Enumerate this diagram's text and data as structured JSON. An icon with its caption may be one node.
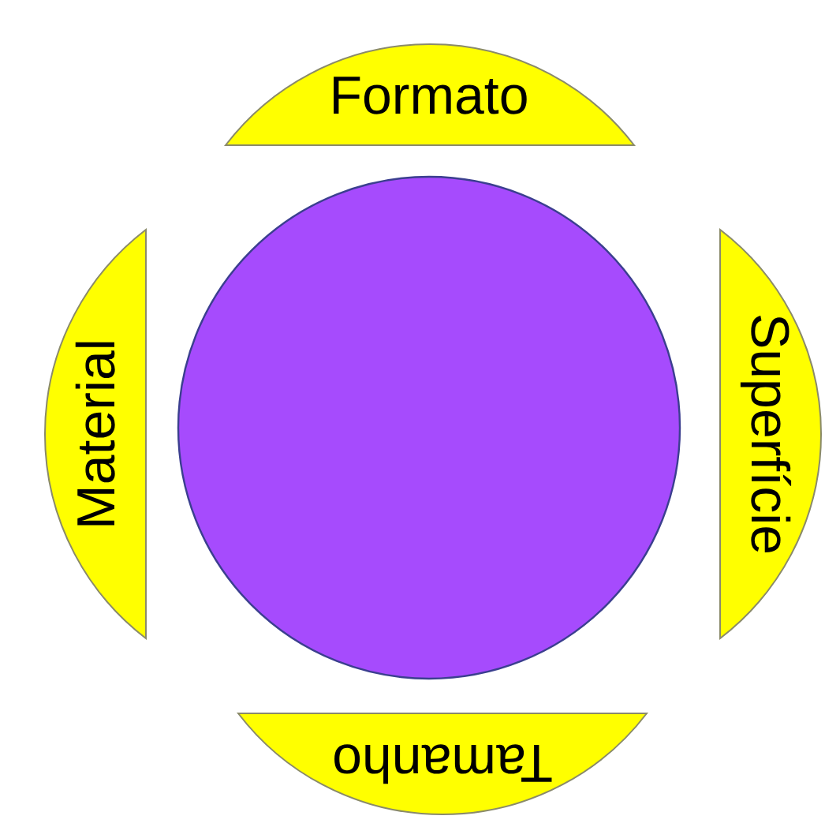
{
  "diagram": {
    "nodes": [
      {
        "text": [
          "Formato"
        ]
      },
      {
        "text": [
          "Material"
        ]
      },
      {
        "text": [],
        "shape": "circle"
      },
      {
        "text": [
          "Superfície"
        ]
      },
      {
        "text": [
          "Tamanho"
        ]
      }
    ]
  }
}
